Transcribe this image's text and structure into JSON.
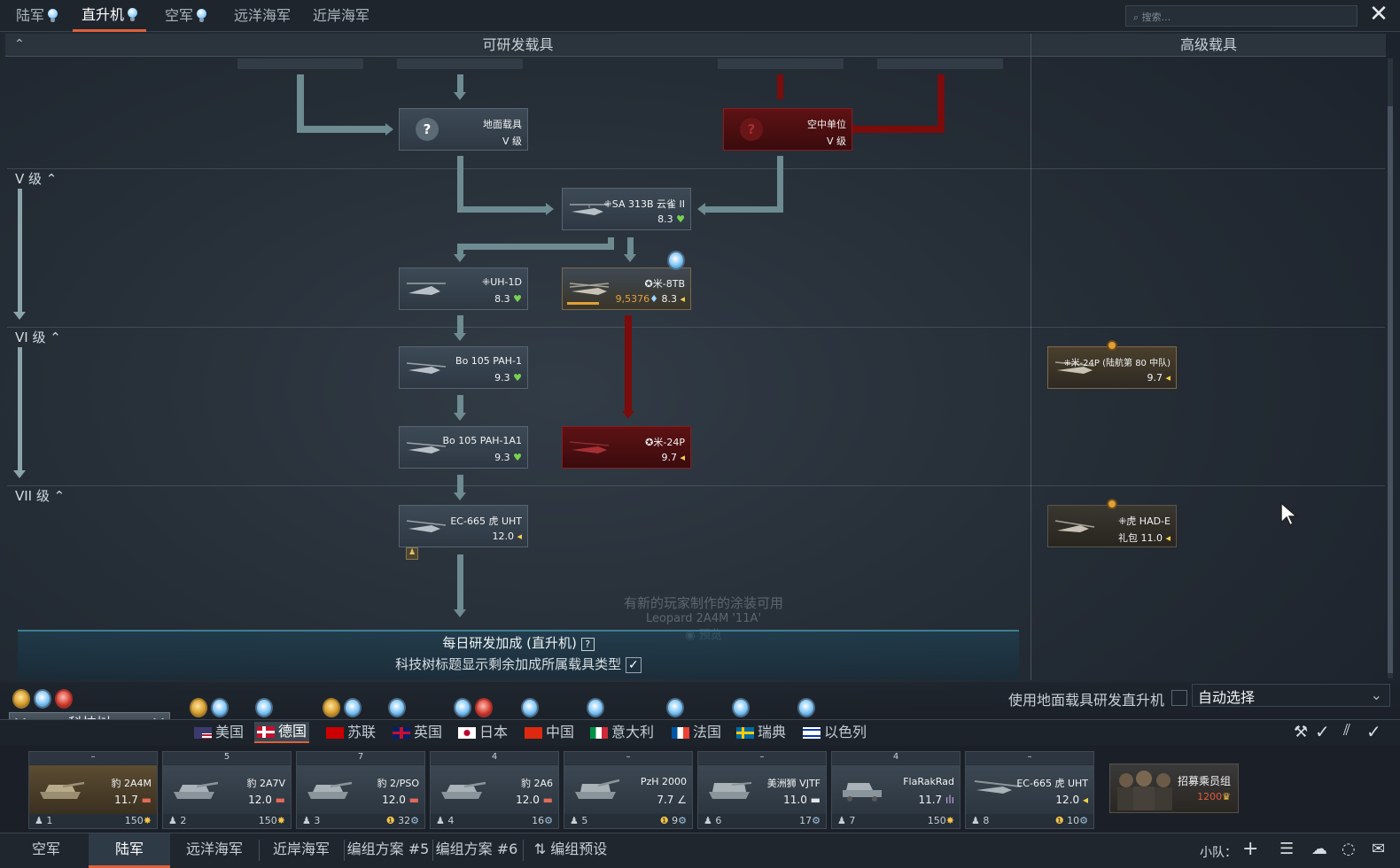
{
  "top_tabs": [
    {
      "label": "陆军",
      "icon": "research-bulb-icon"
    },
    {
      "label": "直升机",
      "icon": "research-bulb-icon",
      "active": true
    },
    {
      "label": "空军",
      "icon": "research-bulb-icon"
    },
    {
      "label": "远洋海军"
    },
    {
      "label": "近岸海军"
    }
  ],
  "search": {
    "placeholder": "搜索..."
  },
  "headers": {
    "researchable": "可研发载具",
    "premium": "高级载具"
  },
  "ranks": [
    "V 级",
    "VI 级",
    "VII 级"
  ],
  "tree": {
    "ground_vehicle": {
      "name": "地面载具",
      "rank": "V 级"
    },
    "air_unit": {
      "name": "空中单位",
      "rank": "V 级"
    },
    "sa313b": {
      "name": "⁜SA 313B 云雀 II",
      "br": "8.3"
    },
    "uh1d": {
      "name": "⁜UH-1D",
      "br": "8.3"
    },
    "mi8tb": {
      "name": "✪米-8TB",
      "cost": "9,5376",
      "br": "8.3"
    },
    "bo105_pah1": {
      "name": "Bo 105 PAH-1",
      "br": "9.3"
    },
    "bo105_pah1a1": {
      "name": "Bo 105 PAH-1A1",
      "br": "9.3"
    },
    "mi24p": {
      "name": "✪米-24P",
      "br": "9.7"
    },
    "ec665": {
      "name": "EC-665 虎 UHT",
      "br": "12.0"
    },
    "mi24p_premium": {
      "name": "⁜米-24P (陆航第 80 中队)",
      "br": "9.7"
    },
    "tiger_hade": {
      "name": "⁜虎 HAD-E",
      "sub": "礼包",
      "br": "11.0"
    }
  },
  "skin_notice": {
    "line1": "有新的玩家制作的涂装可用",
    "line2": "Leopard 2A4M '11A'",
    "line3": "预览"
  },
  "bonus": {
    "title": "每日研发加成 (直升机)",
    "help": "?",
    "desc": "科技树标题显示剩余加成所属载具类型",
    "check": "✓"
  },
  "techtree_label": "科技树",
  "ground_research": {
    "label": "使用地面载具研发直升机",
    "select": "自动选择"
  },
  "nations": [
    {
      "label": "美国"
    },
    {
      "label": "德国",
      "active": true
    },
    {
      "label": "苏联"
    },
    {
      "label": "英国"
    },
    {
      "label": "日本"
    },
    {
      "label": "中国"
    },
    {
      "label": "意大利"
    },
    {
      "label": "法国"
    },
    {
      "label": "瑞典"
    },
    {
      "label": "以色列"
    }
  ],
  "crew_slots": [
    {
      "top": "–",
      "name": "豹 2A4M",
      "br": "11.7",
      "num": "1",
      "cost": "150"
    },
    {
      "top": "5",
      "name": "豹 2A7V",
      "br": "12.0",
      "num": "2",
      "cost": "150"
    },
    {
      "top": "7",
      "name": "豹 2/PSO",
      "br": "12.0",
      "num": "3",
      "cost": "32"
    },
    {
      "top": "4",
      "name": "豹 2A6",
      "br": "12.0",
      "num": "4",
      "cost": "16"
    },
    {
      "top": "–",
      "name": "PzH 2000",
      "br": "7.7",
      "num": "5",
      "cost": "9"
    },
    {
      "top": "–",
      "name": "美洲狮 VJTF",
      "br": "11.0",
      "num": "6",
      "cost": "17"
    },
    {
      "top": "4",
      "name": "FlaRakRad",
      "br": "11.7",
      "num": "7",
      "cost": "150"
    },
    {
      "top": "–",
      "name": "EC-665 虎 UHT",
      "br": "12.0",
      "num": "8",
      "cost": "10"
    }
  ],
  "recruit": {
    "label": "招募乘员组",
    "cost": "1200"
  },
  "bottom_tabs": [
    {
      "label": "空军"
    },
    {
      "label": "陆军",
      "active": true
    },
    {
      "label": "远洋海军"
    },
    {
      "label": "近岸海军"
    },
    {
      "label": "编组方案 #5"
    },
    {
      "label": "编组方案 #6"
    },
    {
      "label": "⇅ 编组预设"
    }
  ],
  "squad_label": "小队：",
  "colors": {
    "accent": "#e0603a",
    "premium_gold": "#d4a53a",
    "squadron_red": "#7a0c0c",
    "line": "#6d8b91"
  }
}
